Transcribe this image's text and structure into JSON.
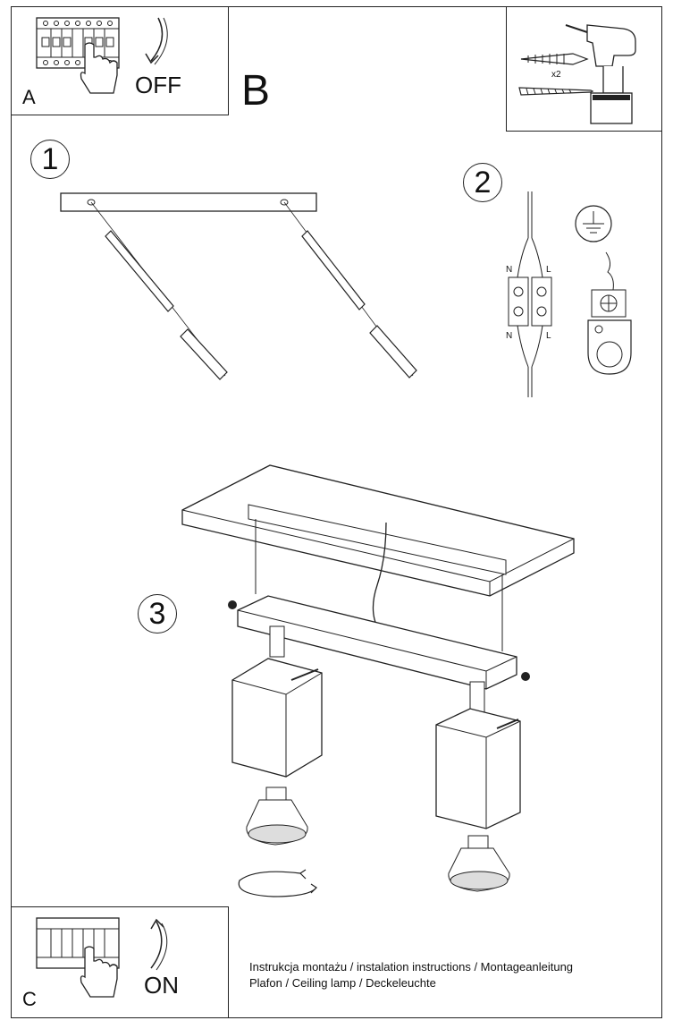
{
  "panel_a": {
    "letter": "A",
    "switch_text": "OFF"
  },
  "panel_b": {
    "letter": "B",
    "quantity": "x2"
  },
  "steps": [
    {
      "number": "1"
    },
    {
      "number": "2",
      "terminal_labels": [
        "N",
        "L",
        "N",
        "L"
      ]
    },
    {
      "number": "3"
    }
  ],
  "panel_c": {
    "letter": "C",
    "switch_text": "ON"
  },
  "caption": {
    "line1": "Instrukcja montażu / instalation instructions / Montageanleitung",
    "line2": "Plafon / Ceiling lamp / Deckeleuchte"
  },
  "icons": [
    "breaker-panel-icon",
    "hand-icon",
    "curved-arrow-icon",
    "drill-icon",
    "wall-plug-icon",
    "screw-icon",
    "ground-symbol-icon",
    "terminal-block-icon",
    "gu10-bulb-icon",
    "rotate-arrow-icon"
  ]
}
